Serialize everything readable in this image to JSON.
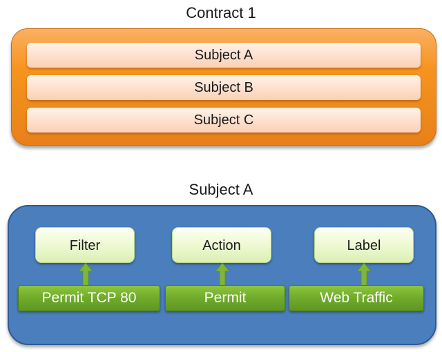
{
  "contract": {
    "title": "Contract 1",
    "subjects": [
      "Subject A",
      "Subject B",
      "Subject C"
    ]
  },
  "subject_detail": {
    "title": "Subject A",
    "attributes": [
      {
        "label": "Filter",
        "value": "Permit TCP 80"
      },
      {
        "label": "Action",
        "value": "Permit"
      },
      {
        "label": "Label",
        "value": "Web Traffic"
      }
    ]
  },
  "colors": {
    "contract_fill": "#f7931e",
    "subject_bar_fill": "#fde1cf",
    "subject_panel_fill": "#4a7ebd",
    "attribute_box_fill": "#eef9d3",
    "value_bar_fill": "#72ad2b",
    "arrow_fill": "#7fb539"
  }
}
